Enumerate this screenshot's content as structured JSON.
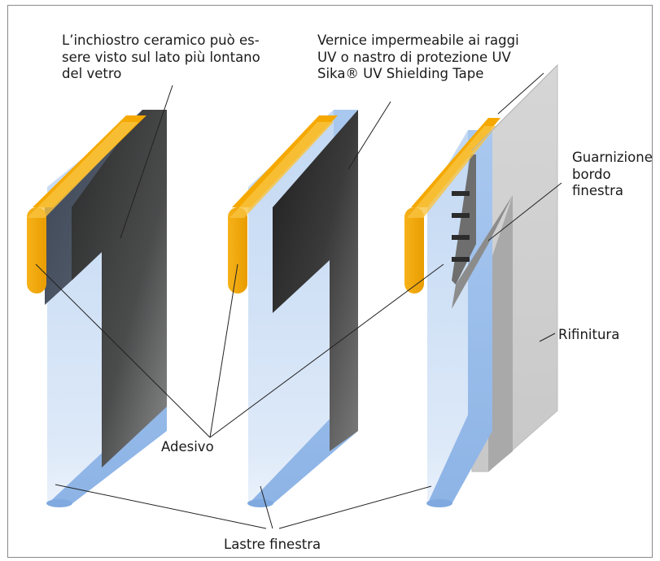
{
  "labels": {
    "ceramic_ink": "L’inchiostro ceramico può es-\nsere visto sul lato più lontano\ndel vetro",
    "uv_paint": "Vernice impermeabile ai raggi\nUV o nastro di protezione UV\nSika® UV Shielding Tape",
    "gasket": "Guarnizione\nbordo\nfinestra",
    "trim": "Rifinitura",
    "adhesive": "Adesivo",
    "window_panes": "Lastre finestra"
  },
  "colors": {
    "glass": "#b8d3f2",
    "glass_edge": "#9ec0ea",
    "adhesive": "#f5a800",
    "dark_coating": "#2e2e2e",
    "trim": "#d2d2d2",
    "leader_line": "#222222"
  }
}
